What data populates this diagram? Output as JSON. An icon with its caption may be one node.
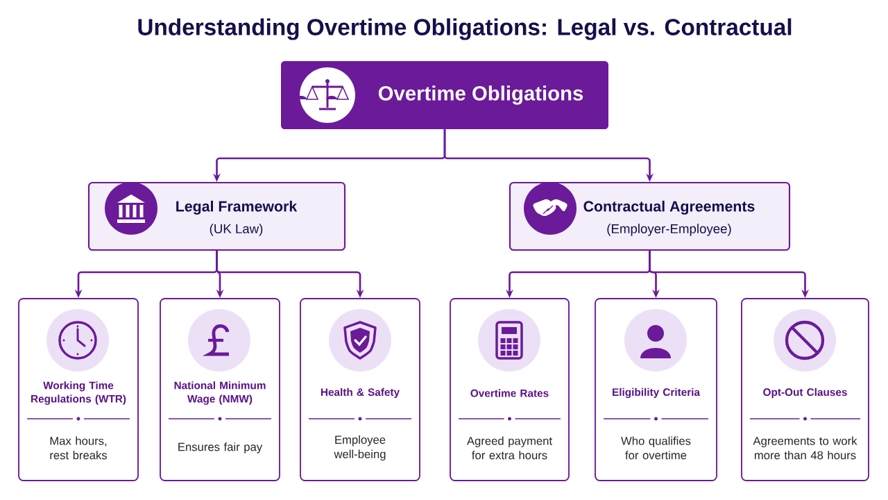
{
  "diagram": {
    "title": "Understanding Overtime Obligations: Legal vs. Contractual",
    "nodes": [
      {
        "text": [
          "Overtime Obligations"
        ]
      },
      {
        "text": [
          "Legal Framework",
          "(UK Law)"
        ]
      },
      {
        "text": [
          "Contractual Agreements",
          "(Employer-Employee)"
        ]
      },
      {
        "text": [
          "Working Time Regulations (WTR)",
          "Max hours, rest breaks"
        ]
      },
      {
        "text": [
          "National Minimum Wage (NMW)",
          "Ensures fair pay"
        ]
      },
      {
        "text": [
          "Health & Safety",
          "Employee well-being"
        ]
      },
      {
        "text": [
          "Overtime Rates",
          "Agreed payment for extra hours"
        ]
      },
      {
        "text": [
          "Eligibility Criteria",
          "Who qualifies for overtime"
        ]
      },
      {
        "text": [
          "Opt-Out Clauses",
          "Agreements to work more than 48 hours"
        ]
      }
    ],
    "edges": [
      {
        "from": 0,
        "to": 1,
        "arrow": "to"
      },
      {
        "from": 0,
        "to": 2,
        "arrow": "to"
      },
      {
        "from": 1,
        "to": 3,
        "arrow": "to"
      },
      {
        "from": 1,
        "to": 4,
        "arrow": "to"
      },
      {
        "from": 1,
        "to": 5,
        "arrow": "to"
      },
      {
        "from": 2,
        "to": 6,
        "arrow": "to"
      },
      {
        "from": 2,
        "to": 7,
        "arrow": "to"
      },
      {
        "from": 2,
        "to": 8,
        "arrow": "to"
      }
    ]
  }
}
